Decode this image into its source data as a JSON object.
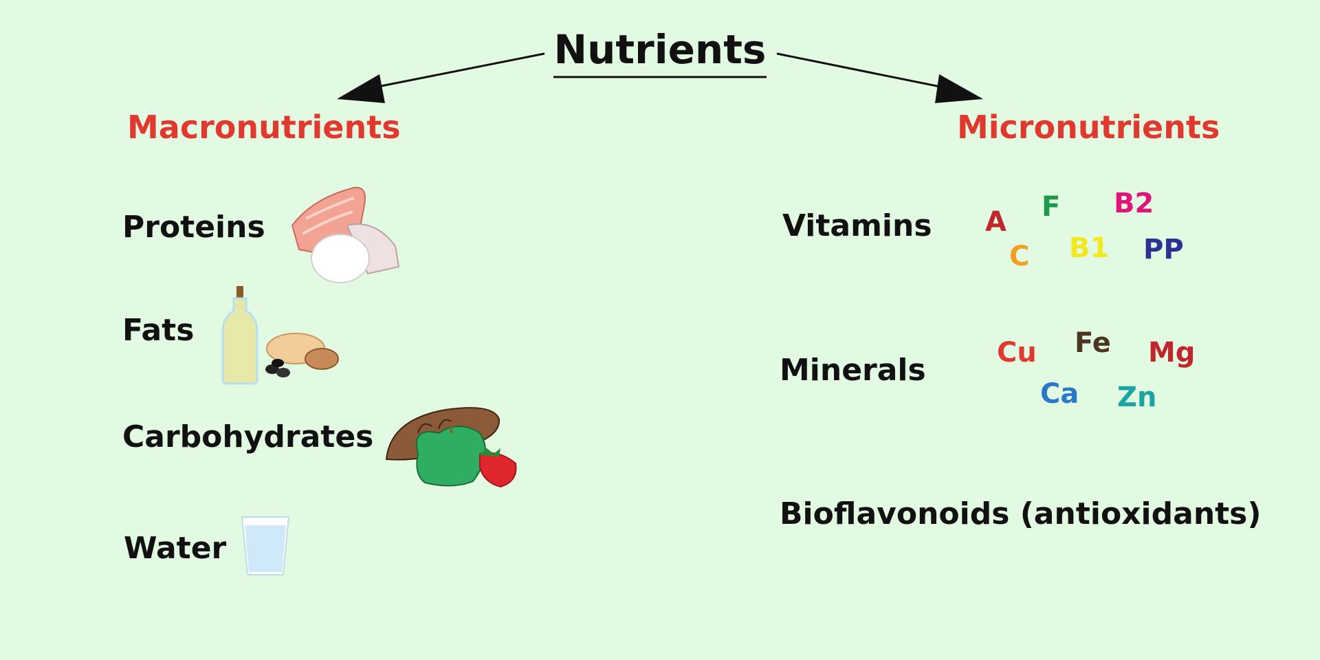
{
  "title": "Nutrients",
  "colors": {
    "background": "#e3fae2",
    "heading": "#e03a30",
    "text": "#111111"
  },
  "macronutrients": {
    "heading": "Macronutrients",
    "items": [
      {
        "label": "Proteins",
        "icon": "fish-egg-icon"
      },
      {
        "label": "Fats",
        "icon": "oil-nuts-icon"
      },
      {
        "label": "Carbohydrates",
        "icon": "bread-apple-strawberry-icon"
      },
      {
        "label": "Water",
        "icon": "water-glass-icon"
      }
    ]
  },
  "micronutrients": {
    "heading": "Micronutrients",
    "vitamins": {
      "label": "Vitamins",
      "symbols": [
        {
          "text": "A",
          "color": "#c0272d"
        },
        {
          "text": "F",
          "color": "#1a9a4a"
        },
        {
          "text": "B2",
          "color": "#e0157a"
        },
        {
          "text": "C",
          "color": "#f0a020"
        },
        {
          "text": "B1",
          "color": "#f2e81e"
        },
        {
          "text": "PP",
          "color": "#2e3192"
        }
      ]
    },
    "minerals": {
      "label": "Minerals",
      "symbols": [
        {
          "text": "Cu",
          "color": "#e03a30"
        },
        {
          "text": "Fe",
          "color": "#4a3520"
        },
        {
          "text": "Mg",
          "color": "#c0272d"
        },
        {
          "text": "Ca",
          "color": "#2a78c8"
        },
        {
          "text": "Zn",
          "color": "#1aa6a0"
        }
      ]
    },
    "bioflavonoids": {
      "label": "Bioflavonoids (antioxidants)"
    }
  }
}
